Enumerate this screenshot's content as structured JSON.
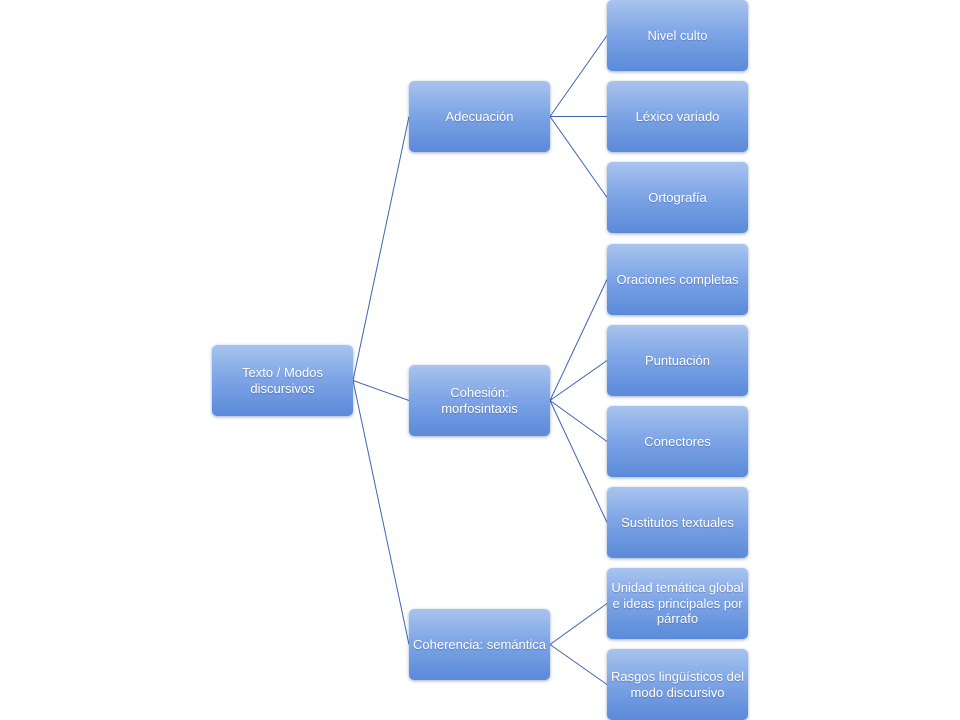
{
  "diagram": {
    "root": {
      "label": "Texto / Modos discursivos"
    },
    "branches": [
      {
        "label": "Adecuación",
        "children": [
          "Nivel culto",
          "Léxico variado",
          "Ortografía"
        ]
      },
      {
        "label": "Cohesión: morfosintaxis",
        "children": [
          "Oraciones completas",
          "Puntuación",
          "Conectores",
          "Sustitutos textuales"
        ]
      },
      {
        "label": "Coherencia: semántica",
        "children": [
          "Unidad temática global e ideas principales por párrafo",
          "Rasgos lingüísticos del modo discursivo"
        ]
      }
    ],
    "colors": {
      "node_top": "#a9c4ee",
      "node_bottom": "#5b8ad9",
      "connector": "#3d64b3",
      "text": "#ffffff"
    }
  }
}
